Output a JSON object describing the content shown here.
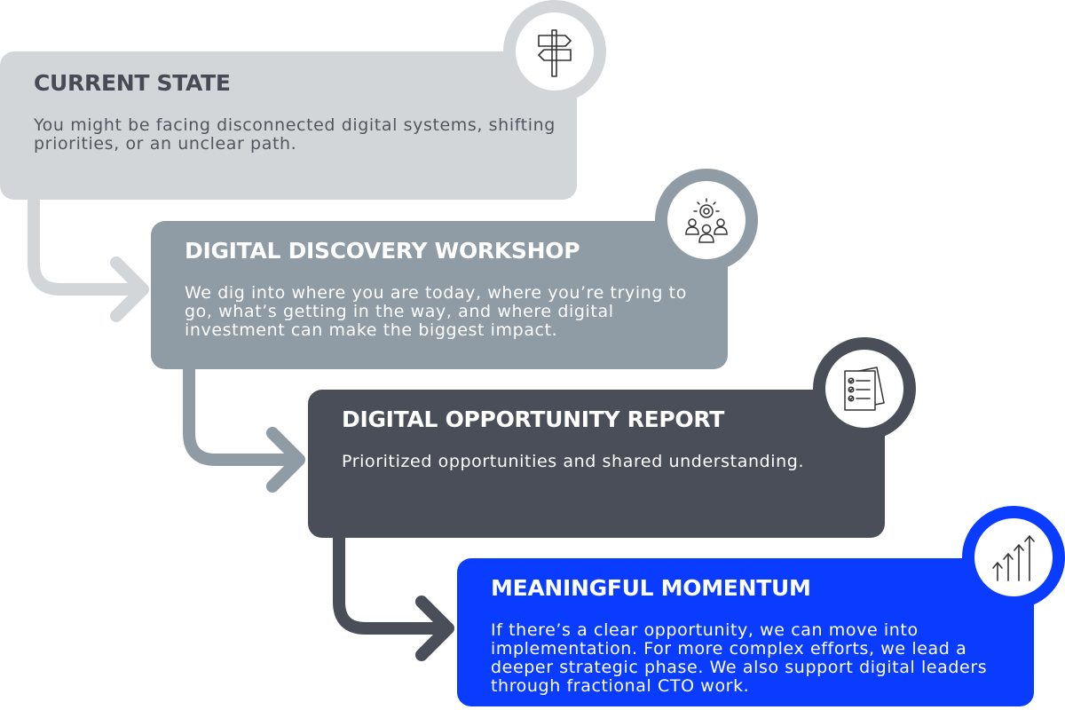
{
  "steps": [
    {
      "title": "CURRENT STATE",
      "body": "You might be facing disconnected digital systems, shifting priorities, or an unclear path.",
      "icon": "signpost-icon",
      "color": "#d3d6d9"
    },
    {
      "title": "DIGITAL DISCOVERY WORKSHOP",
      "body": "We dig into where you are today, where you’re trying to go, what’s getting in the way, and where digital investment can make the biggest impact.",
      "icon": "team-idea-icon",
      "color": "#8f9ba5"
    },
    {
      "title": "DIGITAL OPPORTUNITY REPORT",
      "body": "Prioritized opportunities and shared understanding.",
      "icon": "checklist-report-icon",
      "color": "#4a4e58"
    },
    {
      "title": "MEANINGFUL MOMENTUM",
      "body": "If there’s a clear opportunity, we can move into implementation. For more complex efforts, we lead a deeper strategic phase. We also support digital leaders through fractional CTO work.",
      "icon": "growth-arrows-icon",
      "color": "#0a3cff"
    }
  ]
}
